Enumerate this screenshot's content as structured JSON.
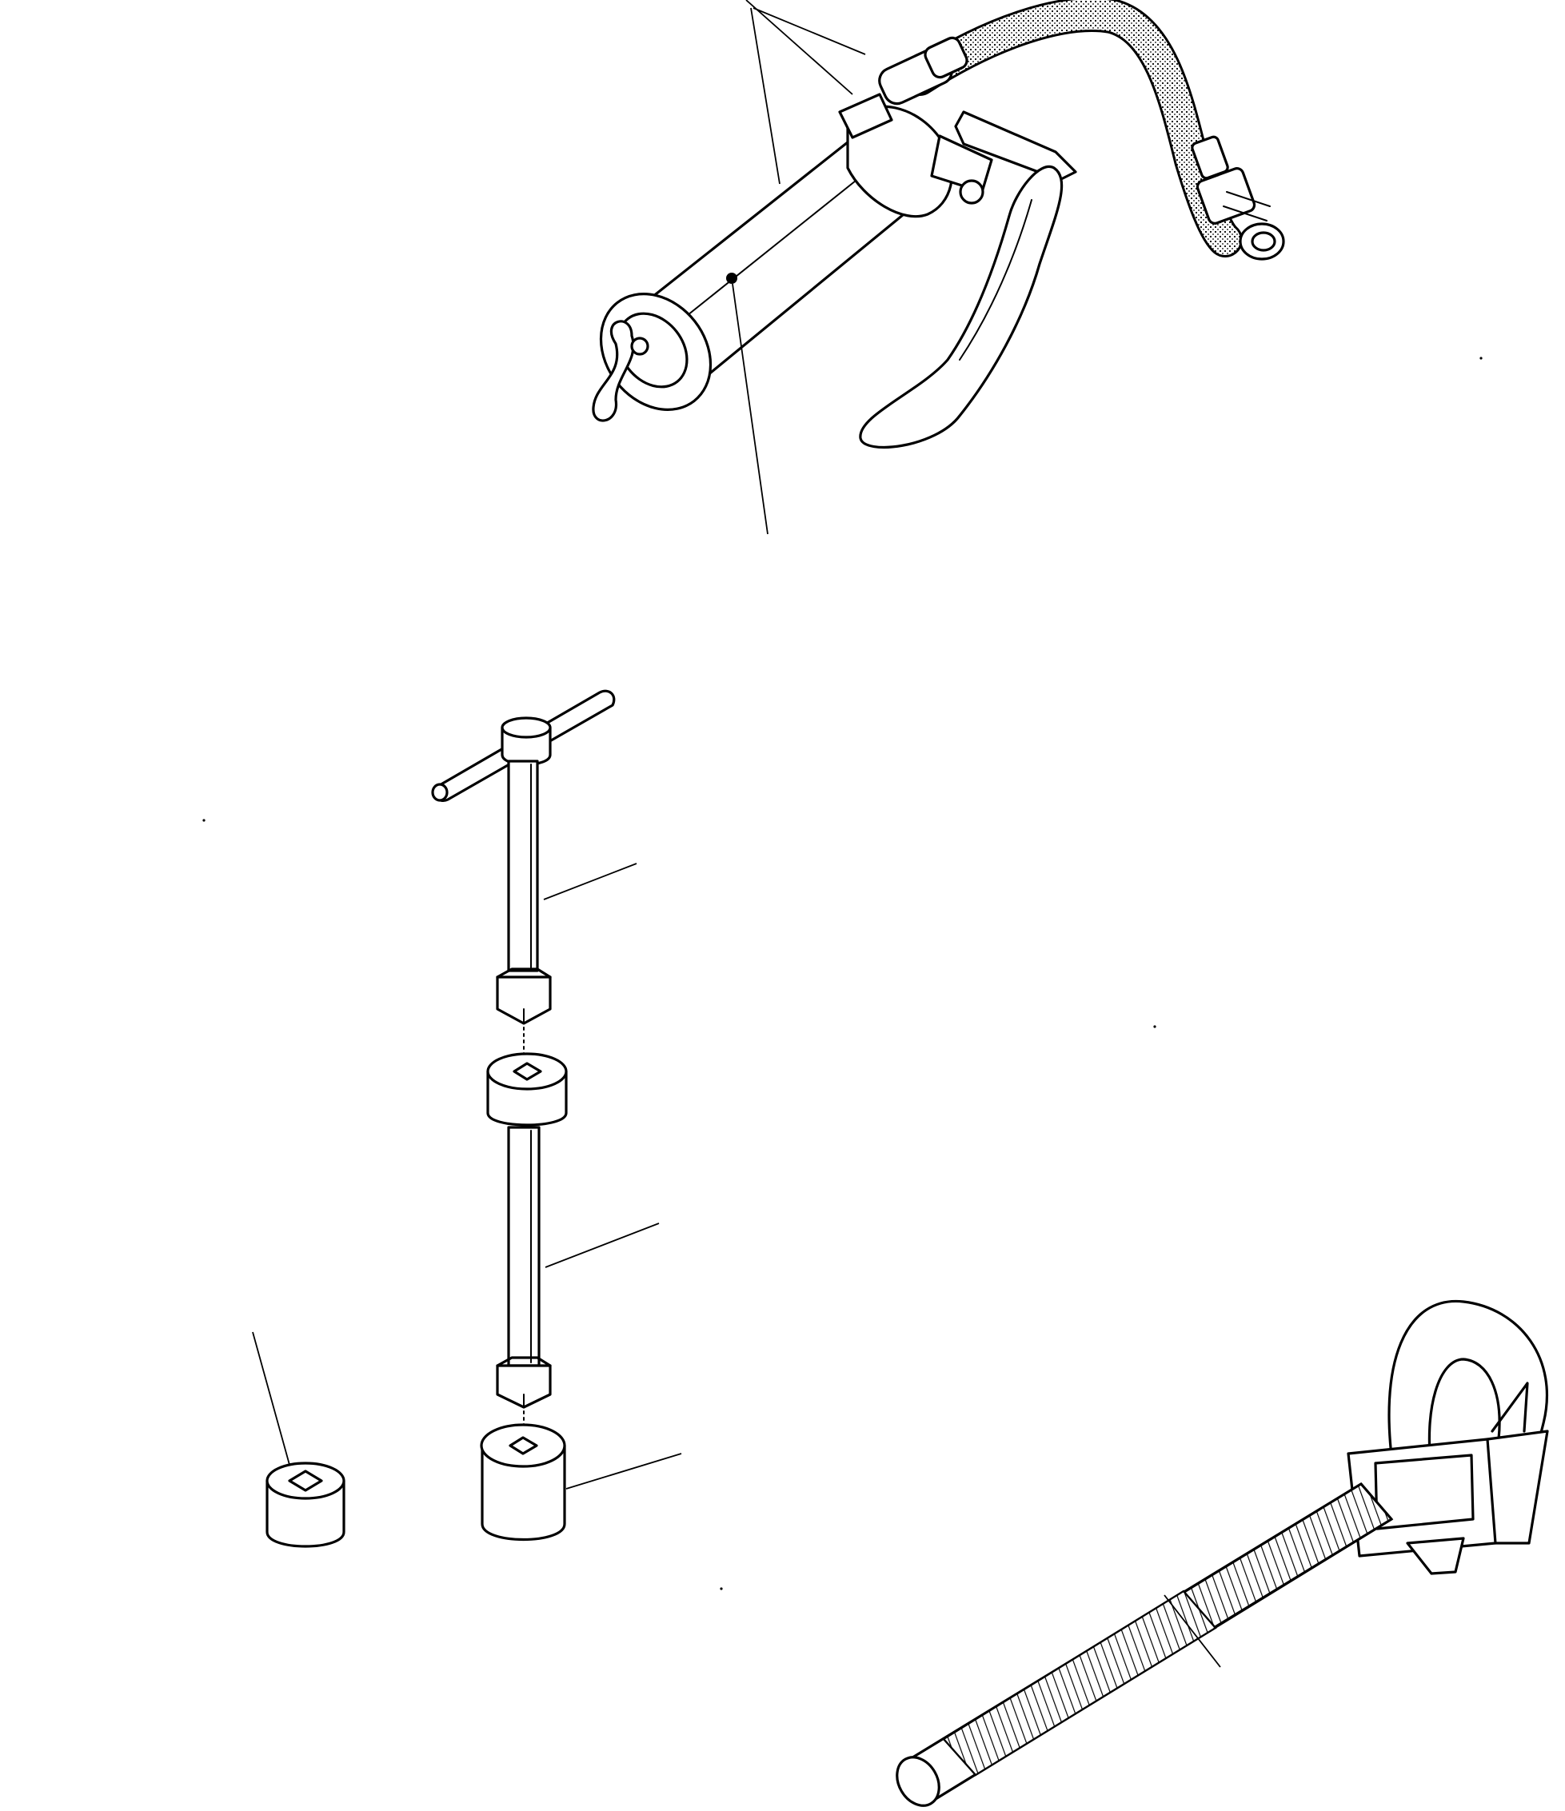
{
  "figure": {
    "kind": "exploded tool illustration",
    "background": "#ffffff",
    "ink": "#000000",
    "text_labels": []
  },
  "parts": [
    {
      "id": "grease-gun",
      "icon": "grease-gun-icon"
    },
    {
      "id": "t-handle-wrench",
      "icon": "t-handle-icon"
    },
    {
      "id": "extension-bar",
      "icon": "extension-bar-icon"
    },
    {
      "id": "socket-small",
      "icon": "socket-icon"
    },
    {
      "id": "socket-large",
      "icon": "socket-icon"
    },
    {
      "id": "track-adjuster-tool",
      "icon": "threaded-rod-icon"
    }
  ]
}
